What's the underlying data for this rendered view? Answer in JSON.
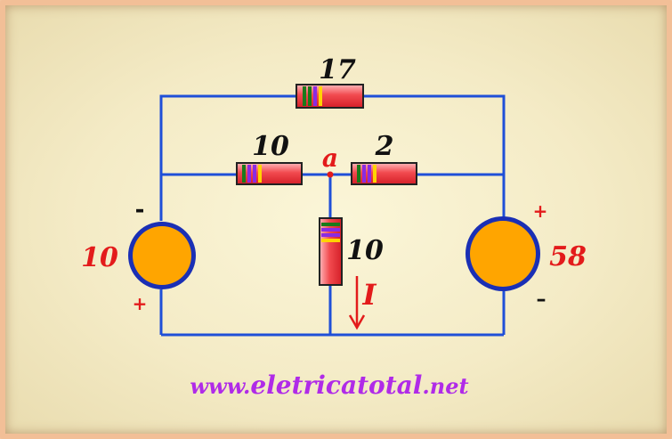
{
  "circuit": {
    "resistors": {
      "top": "17",
      "middle_left": "10",
      "middle_right": "2",
      "center": "10"
    },
    "node_label": "a",
    "current_label": "I",
    "source_left": {
      "value": "10",
      "polarity_top": "-",
      "polarity_bottom": "+"
    },
    "source_right": {
      "value": "58",
      "polarity_top": "+",
      "polarity_bottom": "–"
    }
  },
  "footer": {
    "site_prefix": "www.",
    "site_name": "eletricatotal",
    "site_suffix": ".net"
  },
  "colors": {
    "wire": "#1f4fd8",
    "source_fill": "#ffa500",
    "source_ring": "#1a2fb5",
    "value_red": "#e31b1b",
    "resistor_body": "#e8303a",
    "watermark": "#b02be8"
  }
}
